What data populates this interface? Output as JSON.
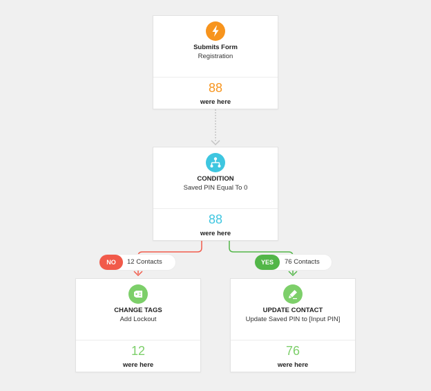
{
  "colors": {
    "trigger": "#f7941d",
    "condition": "#3ec6e0",
    "action": "#7dcf6a",
    "no_branch": "#f15a4a",
    "yes_branch": "#52b648",
    "connector_gray": "#c4c4c4"
  },
  "trigger": {
    "icon": "lightning-bolt-icon",
    "title": "Submits Form",
    "subtitle": "Registration",
    "count": "88",
    "count_label": "were here"
  },
  "condition": {
    "icon": "branch-icon",
    "title": "CONDITION",
    "subtitle": "Saved PIN Equal To 0",
    "count": "88",
    "count_label": "were here"
  },
  "branches": {
    "no": {
      "badge": "NO",
      "label": "12 Contacts"
    },
    "yes": {
      "badge": "YES",
      "label": "76 Contacts"
    }
  },
  "change_tags": {
    "icon": "tag-icon",
    "title": "CHANGE TAGS",
    "subtitle": "Add Lockout",
    "count": "12",
    "count_label": "were here"
  },
  "update_contact": {
    "icon": "pencil-icon",
    "title": "UPDATE CONTACT",
    "subtitle": "Update Saved PIN to [Input PIN]",
    "count": "76",
    "count_label": "were here"
  }
}
